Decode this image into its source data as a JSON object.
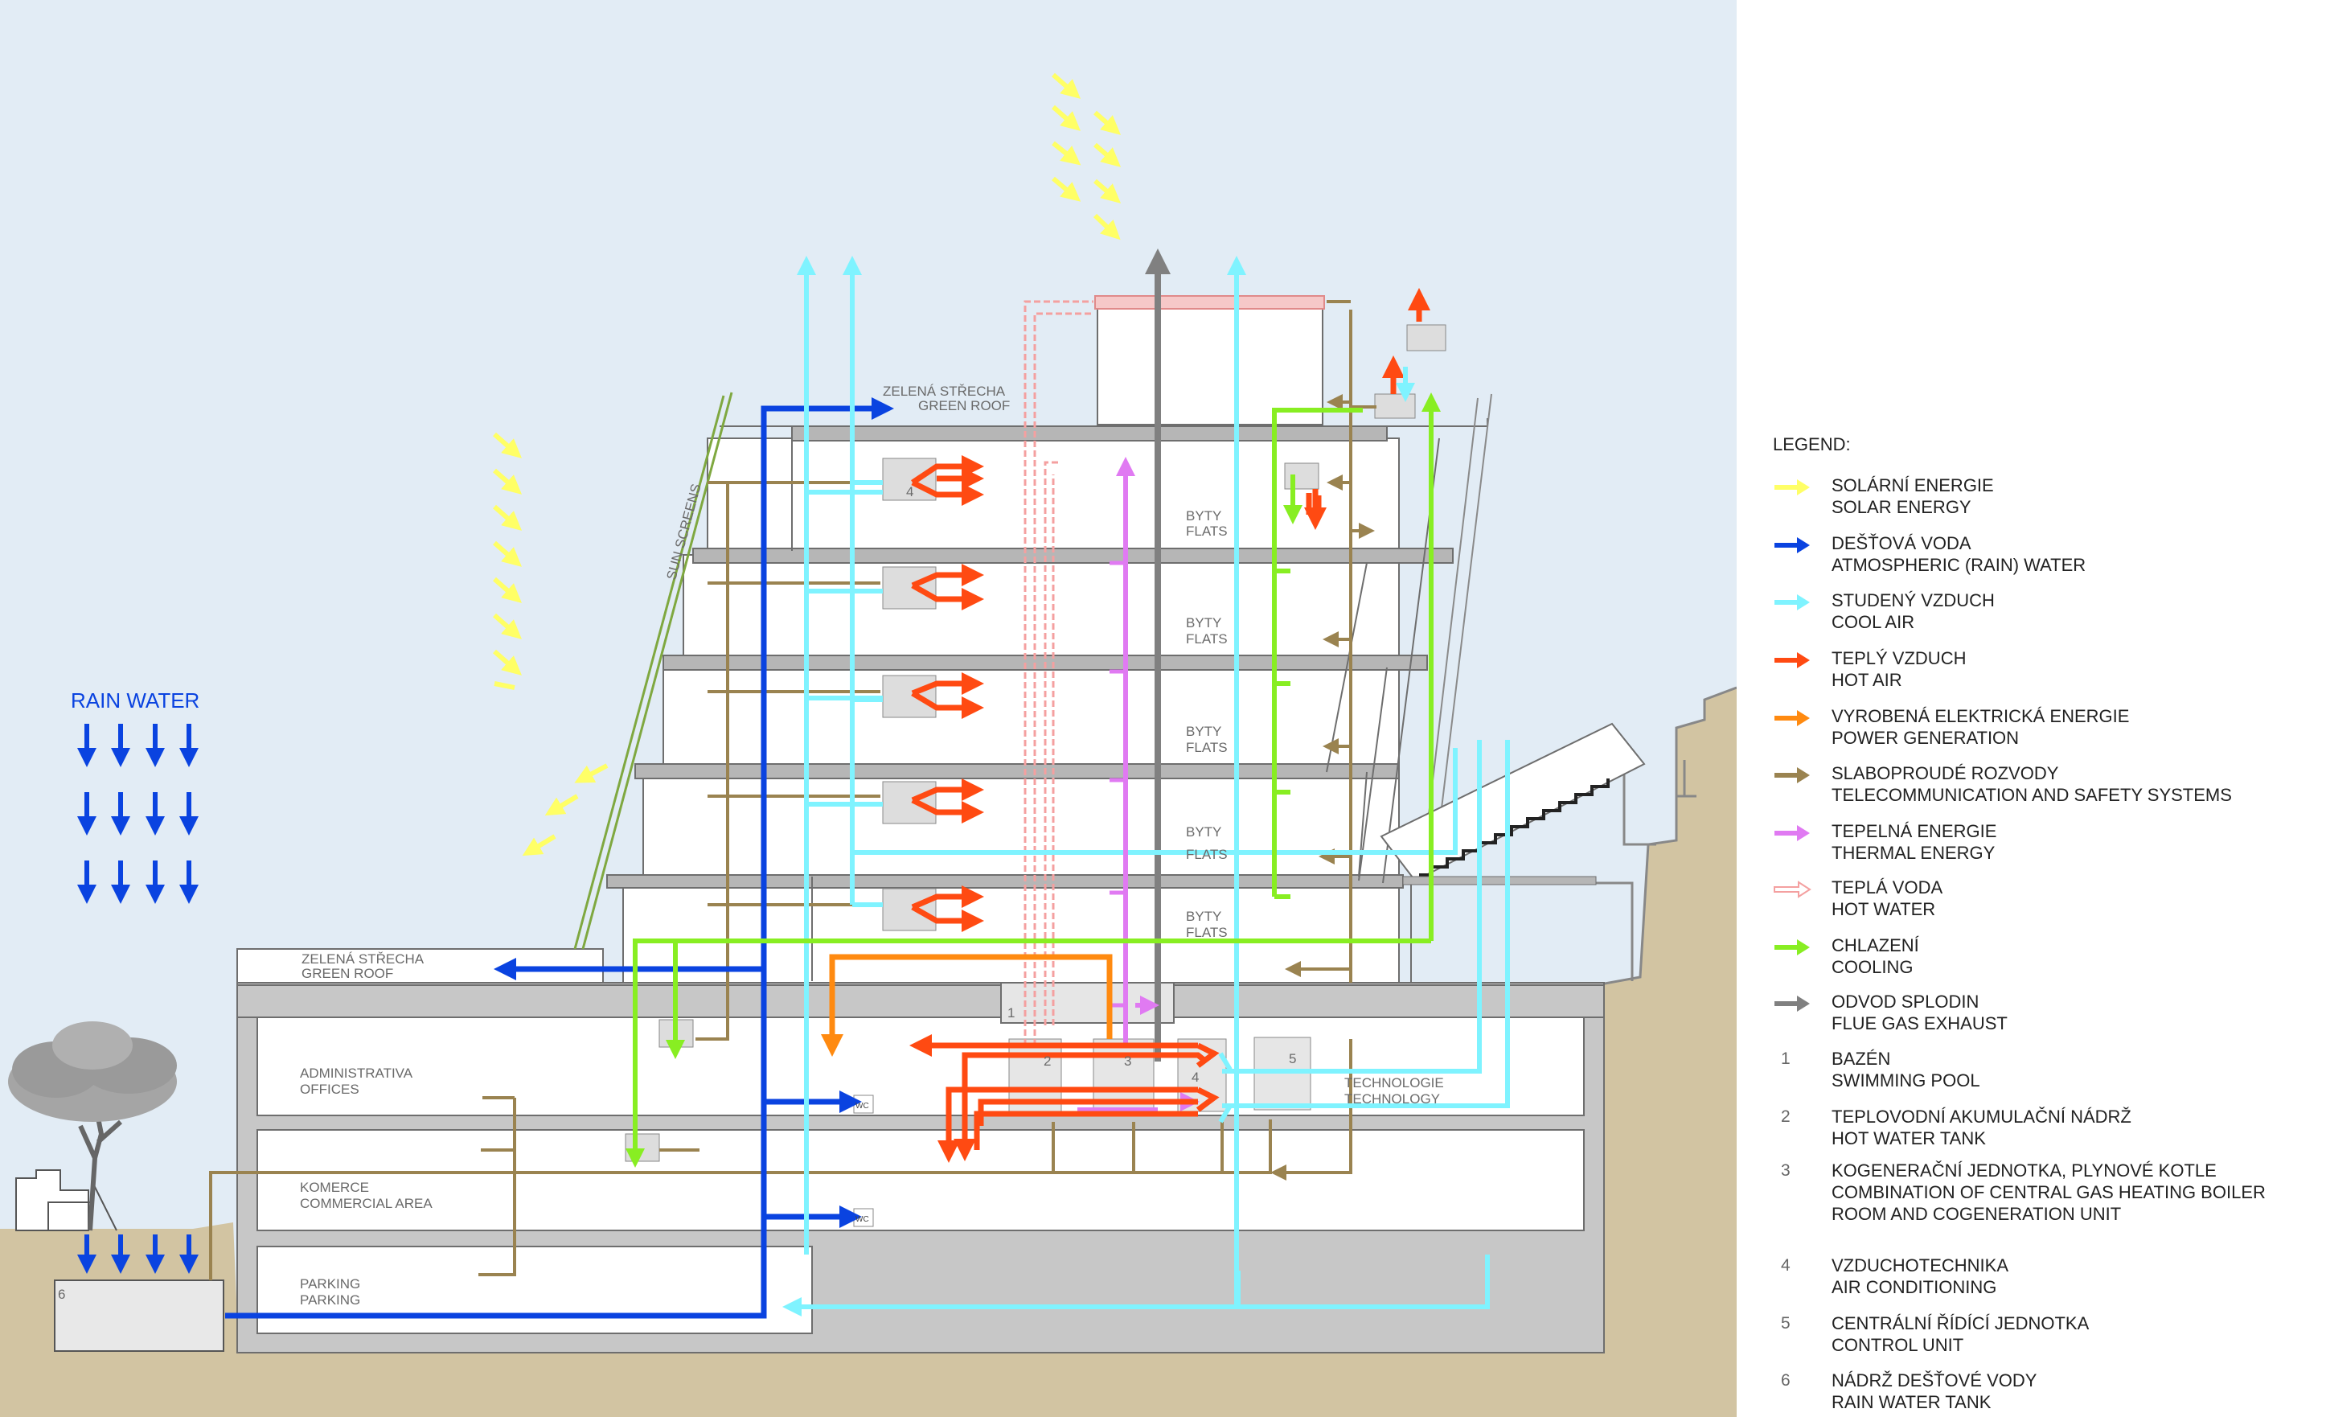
{
  "labels": {
    "rain_water": "RAIN WATER",
    "green_roof_top_cz": "ZELENÁ STŘECHA",
    "green_roof_top_en": "GREEN ROOF",
    "green_roof_low_cz": "ZELENÁ STŘECHA",
    "green_roof_low_en": "GREEN ROOF",
    "sun_screens": "SUN SCREENS",
    "flats_cz": "BYTY",
    "flats_en": "FLATS",
    "admin_cz": "ADMINISTRATIVA",
    "admin_en": "OFFICES",
    "commerce_cz": "KOMERCE",
    "commerce_en": "COMMERCIAL AREA",
    "parking_cz": "PARKING",
    "parking_en": "PARKING",
    "tech_cz": "TECHNOLOGIE",
    "tech_en": "TECHNOLOGY",
    "wc": "WC",
    "n1": "1",
    "n2": "2",
    "n3": "3",
    "n4": "4",
    "n5": "5",
    "n6": "6"
  },
  "legend": {
    "title": "LEGEND:",
    "items": [
      {
        "kind": "arrow",
        "color": "#ffff66",
        "cz": "SOLÁRNÍ ENERGIE",
        "en": "SOLAR ENERGY"
      },
      {
        "kind": "arrow",
        "color": "#0a43e0",
        "cz": "DEŠŤOVÁ VODA",
        "en": "ATMOSPHERIC (RAIN) WATER"
      },
      {
        "kind": "arrow",
        "color": "#7ff3ff",
        "cz": "STUDENÝ VZDUCH",
        "en": "COOL AIR"
      },
      {
        "kind": "arrow",
        "color": "#ff4a12",
        "cz": "TEPLÝ VZDUCH",
        "en": "HOT AIR"
      },
      {
        "kind": "arrow",
        "color": "#ff8a10",
        "cz": "VYROBENÁ ELEKTRICKÁ ENERGIE",
        "en": "POWER GENERATION"
      },
      {
        "kind": "arrow",
        "color": "#9a8350",
        "cz": "SLABOPROUDÉ ROZVODY",
        "en": "TELECOMMUNICATION AND SAFETY SYSTEMS"
      },
      {
        "kind": "arrow",
        "color": "#e07af2",
        "cz": "TEPELNÁ ENERGIE",
        "en": "THERMAL ENERGY"
      },
      {
        "kind": "outline",
        "color": "#f4a0a0",
        "cz": "TEPLÁ VODA",
        "en": "HOT WATER"
      },
      {
        "kind": "arrow",
        "color": "#88ee22",
        "cz": "CHLAZENÍ",
        "en": "COOLING"
      },
      {
        "kind": "arrow",
        "color": "#808080",
        "cz": "ODVOD SPLODIN",
        "en": "FLUE GAS EXHAUST"
      },
      {
        "kind": "number",
        "num": "1",
        "cz": "BAZÉN",
        "en": "SWIMMING POOL"
      },
      {
        "kind": "number",
        "num": "2",
        "cz": "TEPLOVODNÍ AKUMULAČNÍ NÁDRŽ",
        "en": "HOT WATER TANK"
      },
      {
        "kind": "number",
        "num": "3",
        "cz": "KOGENERAČNÍ JEDNOTKA, PLYNOVÉ KOTLE",
        "en": "COMBINATION OF CENTRAL GAS HEATING BOILER",
        "en2": "ROOM AND COGENERATION UNIT"
      },
      {
        "kind": "number",
        "num": "4",
        "cz": "VZDUCHOTECHNIKA",
        "en": "AIR CONDITIONING"
      },
      {
        "kind": "number",
        "num": "5",
        "cz": "CENTRÁLNÍ ŘÍDÍCÍ JEDNOTKA",
        "en": "CONTROL UNIT"
      },
      {
        "kind": "number",
        "num": "6",
        "cz": "NÁDRŽ DEŠŤOVÉ VODY",
        "en": "RAIN WATER TANK"
      }
    ]
  },
  "colors": {
    "sky": "#e2ecf5",
    "ground": "#d2c4a2",
    "solar": "#ffff66",
    "rain": "#0a43e0",
    "cool": "#7ff3ff",
    "hot": "#ff4a12",
    "power": "#ff8a10",
    "telecom": "#9a8350",
    "thermal": "#e07af2",
    "hotwater": "#f4a0a0",
    "cooling": "#88ee22",
    "flue": "#808080"
  }
}
